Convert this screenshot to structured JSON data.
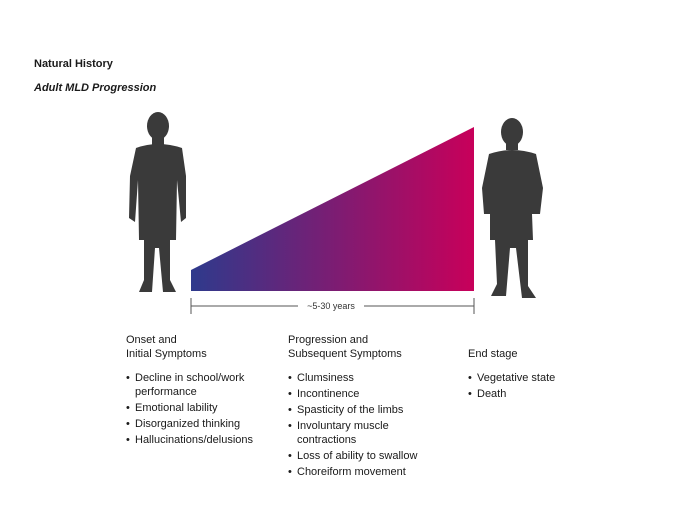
{
  "header": {
    "title": "Natural History",
    "subtitle": "Adult MLD Progression"
  },
  "progression": {
    "duration_label": "~5-30 years",
    "gradient_start_color": "#2e3a8c",
    "gradient_end_color": "#c8005a",
    "silhouette_color": "#3a3a3a"
  },
  "stages": [
    {
      "title_lines": [
        "Onset and",
        "Initial Symptoms"
      ],
      "symptoms": [
        "Decline in school/work performance",
        "Emotional lability",
        "Disorganized thinking",
        "Hallucinations/delusions"
      ]
    },
    {
      "title_lines": [
        "Progression and",
        "Subsequent Symptoms"
      ],
      "symptoms": [
        "Clumsiness",
        "Incontinence",
        "Spasticity of the limbs",
        "Involuntary muscle contractions",
        "Loss of ability to swallow",
        "Choreiform movement"
      ]
    },
    {
      "title_lines": [
        "End stage"
      ],
      "symptoms": [
        "Vegetative state",
        "Death"
      ]
    }
  ]
}
